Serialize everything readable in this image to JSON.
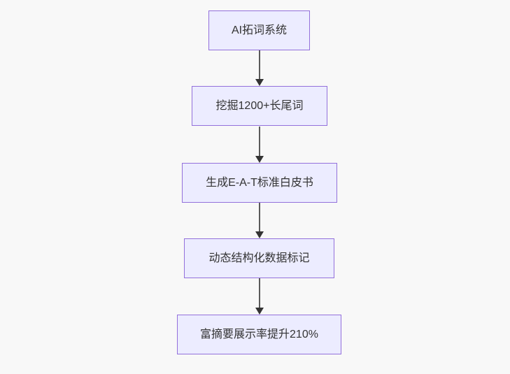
{
  "diagram": {
    "type": "flowchart",
    "direction": "top-to-bottom",
    "nodes": [
      {
        "id": "node-1",
        "label": "AI拓词系统"
      },
      {
        "id": "node-2",
        "label": "挖掘1200+长尾词"
      },
      {
        "id": "node-3",
        "label": "生成E-A-T标准白皮书"
      },
      {
        "id": "node-4",
        "label": "动态结构化数据标记"
      },
      {
        "id": "node-5",
        "label": "富摘要展示率提升210%"
      }
    ],
    "edges": [
      {
        "from": "node-1",
        "to": "node-2"
      },
      {
        "from": "node-2",
        "to": "node-3"
      },
      {
        "from": "node-3",
        "to": "node-4"
      },
      {
        "from": "node-4",
        "to": "node-5"
      }
    ],
    "colors": {
      "node_fill": "#ECECFF",
      "node_border": "#9370DB",
      "node_text": "#333333",
      "edge_line": "#5A5A5A",
      "arrowhead": "#333333",
      "background": "#F8F8F8"
    }
  }
}
